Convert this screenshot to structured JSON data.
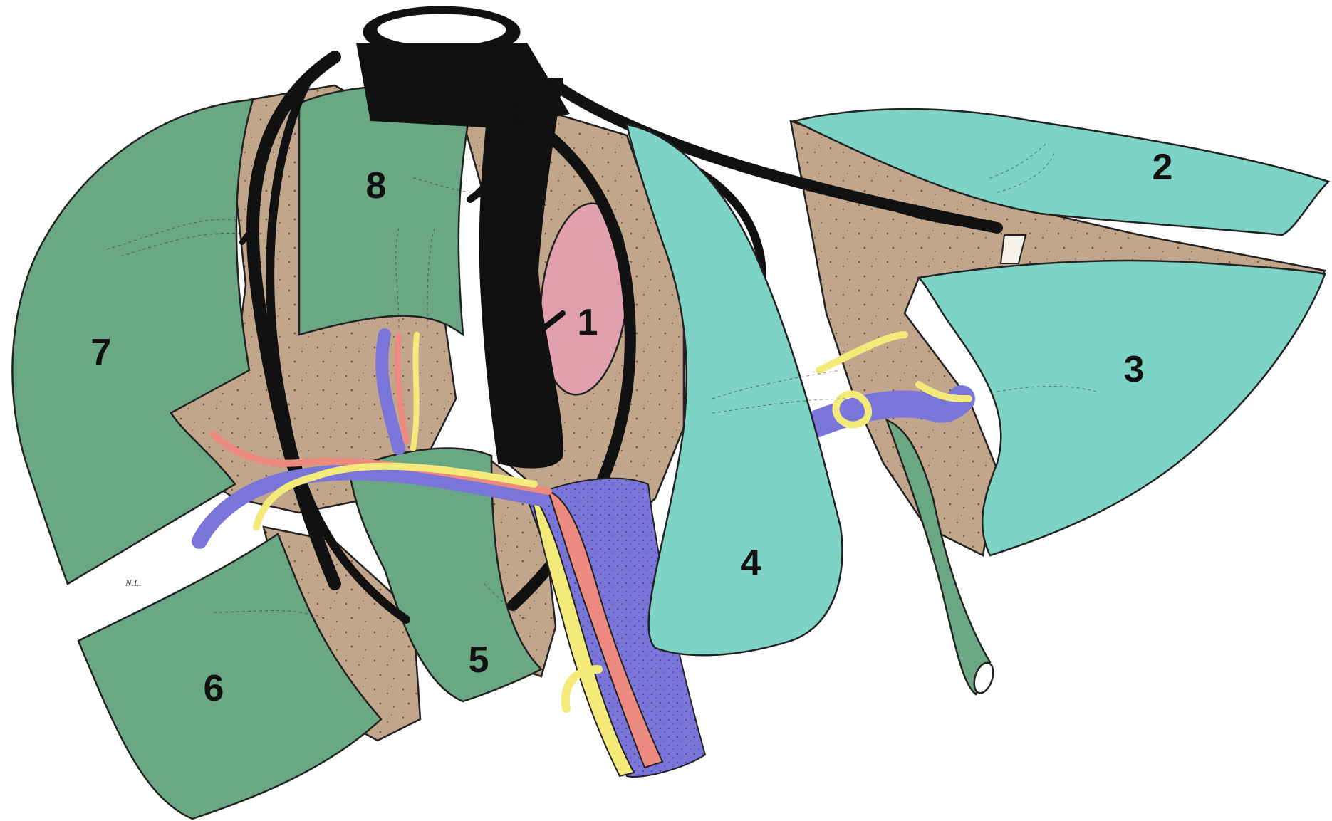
{
  "diagram": {
    "colors": {
      "right_lobe_surface": "#6aa883",
      "left_lobe_surface": "#7dd3c6",
      "parenchyma": "#c2a68c",
      "caudate": "#e0a0ae",
      "hepatic_vein": "#111111",
      "portal_vein": "#7a76d9",
      "hepatic_artery": "#ec8a80",
      "bile_duct": "#f4ea7a",
      "background": "#ffffff"
    },
    "segments": [
      {
        "id": "1",
        "label": "1"
      },
      {
        "id": "2",
        "label": "2"
      },
      {
        "id": "3",
        "label": "3"
      },
      {
        "id": "4",
        "label": "4"
      },
      {
        "id": "5",
        "label": "5"
      },
      {
        "id": "6",
        "label": "6"
      },
      {
        "id": "7",
        "label": "7"
      },
      {
        "id": "8",
        "label": "8"
      }
    ],
    "signature": "N.L."
  }
}
